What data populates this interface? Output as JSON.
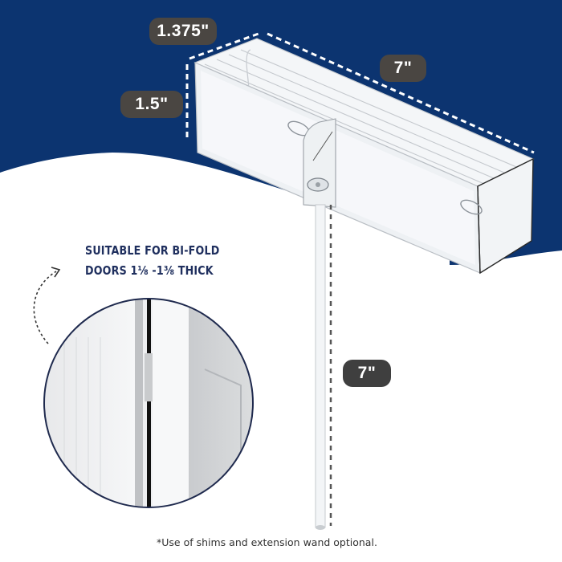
{
  "colors": {
    "navy": "#0c3470",
    "pill": "#4a4642",
    "callout_text": "#1f2f5e",
    "circle_border": "#1f2a4e"
  },
  "dimensions": {
    "depth": "1.375\"",
    "height": "1.5\"",
    "length": "7\"",
    "wand_length": "7\""
  },
  "callout": {
    "line1": "SUITABLE FOR BI-FOLD",
    "line2": "DOORS 1⅛ -1⅜ THICK"
  },
  "footnote": "*Use of shims and extension wand optional.",
  "icons": {
    "arrow": "dashed-curved-arrow-icon"
  }
}
